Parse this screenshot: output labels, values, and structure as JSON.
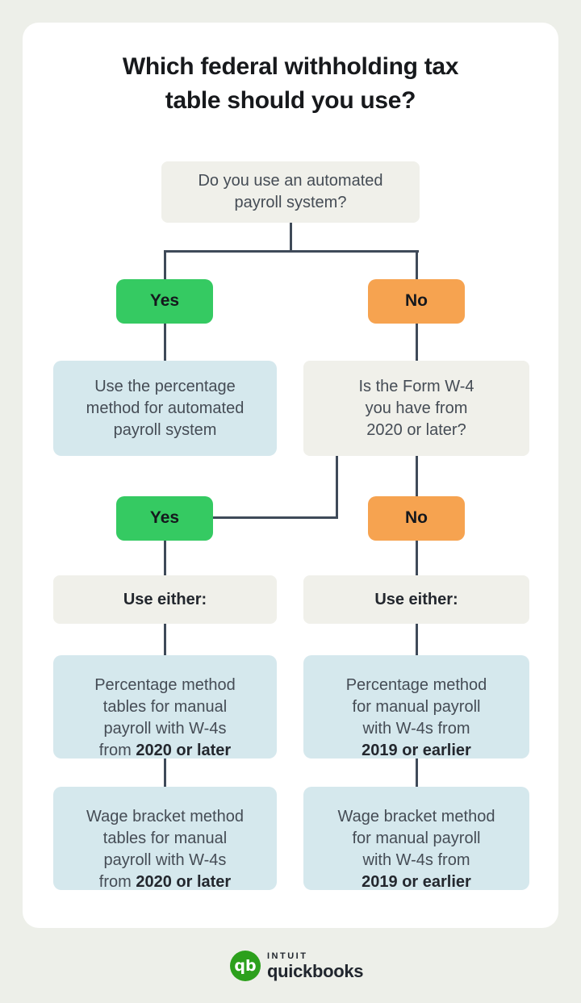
{
  "title": "Which federal withholding tax\ntable should you use?",
  "nodes": {
    "q1": "Do you use an automated\npayroll system?",
    "yes1": "Yes",
    "no1": "No",
    "automated_result": "Use the percentage\nmethod for automated\npayroll system",
    "q2": "Is the Form W-4\nyou have from\n2020 or later?",
    "yes2": "Yes",
    "no2": "No",
    "use_either_left": "Use either:",
    "use_either_right": "Use either:",
    "percentage_2020": {
      "text": "Percentage method\ntables for manual\npayroll with W-4s\nfrom ",
      "bold": "2020 or later"
    },
    "percentage_2019": {
      "text": "Percentage method\nfor manual payroll\nwith W-4s from\n",
      "bold": "2019 or earlier"
    },
    "wage_2020": {
      "text": "Wage bracket method\ntables for manual\npayroll with W-4s\nfrom ",
      "bold": "2020 or later"
    },
    "wage_2019": {
      "text": "Wage bracket method\nfor manual payroll\nwith W-4s from\n",
      "bold": "2019 or earlier"
    }
  },
  "footer": {
    "brand_top": "INTUIT",
    "brand_bottom": "quickbooks",
    "monogram": "qb"
  },
  "colors": {
    "yes_green": "#35ca62",
    "no_orange": "#f6a350",
    "info_blue": "#d5e8ed",
    "neutral_beige": "#f0f0ea",
    "connector": "#3f4a59",
    "card_white": "#ffffff",
    "page_background": "#edefe9",
    "logo_green": "#2ca01c"
  }
}
